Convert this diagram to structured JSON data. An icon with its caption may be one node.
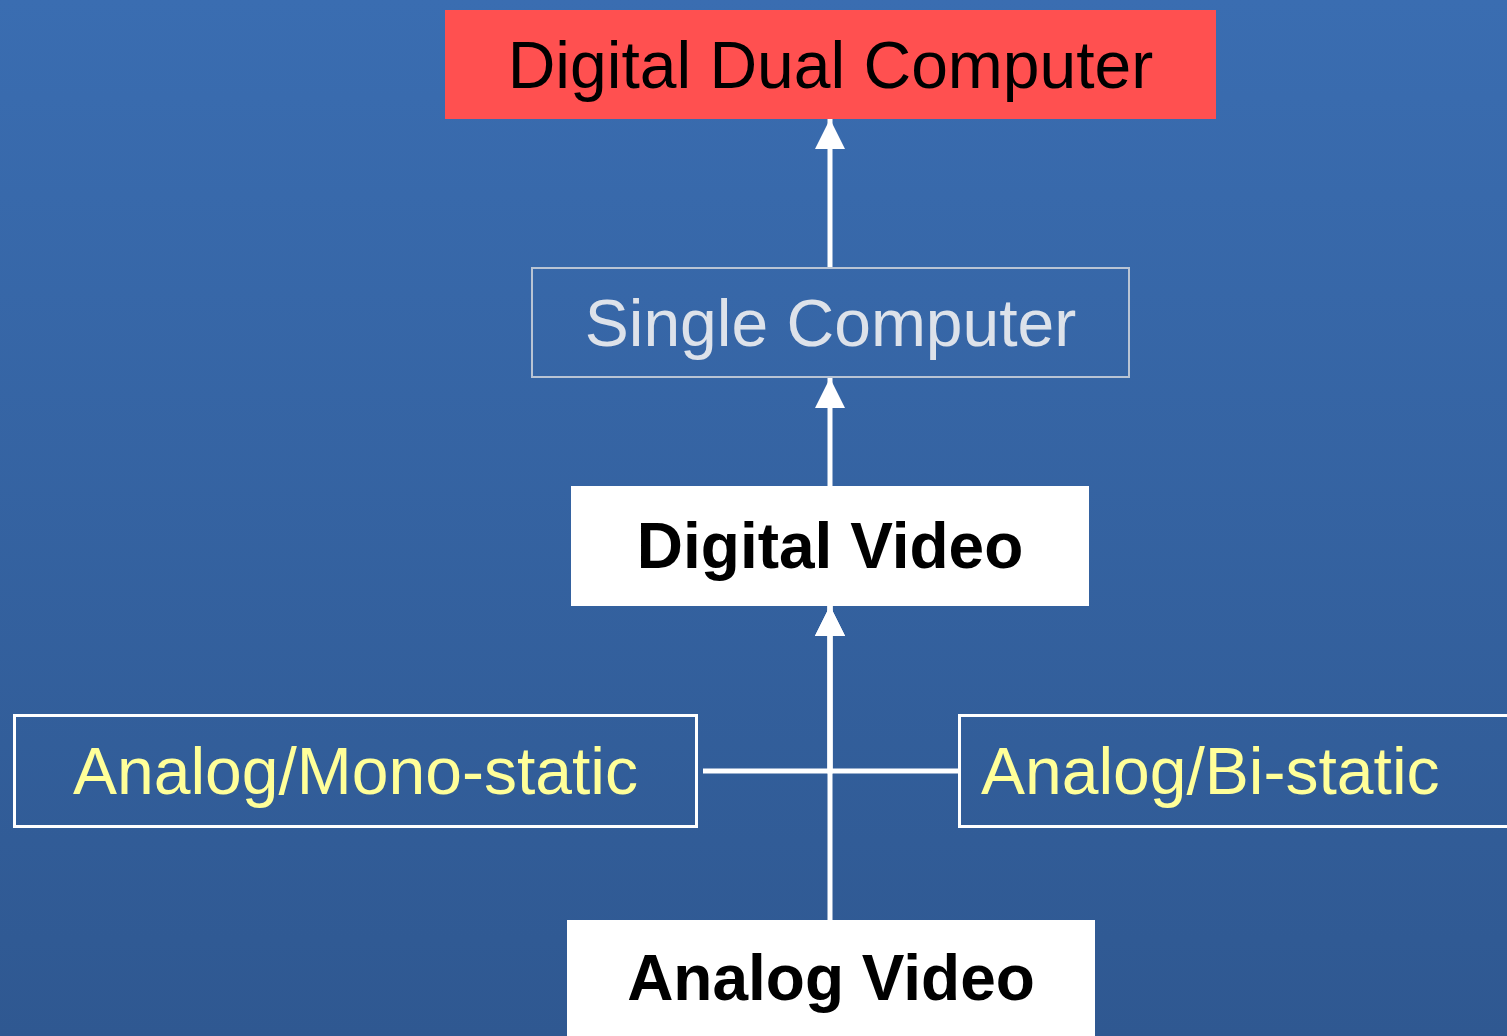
{
  "diagram": {
    "nodes": [
      {
        "text": [
          "Digital Dual Computer"
        ]
      },
      {
        "text": [
          "Single Computer"
        ]
      },
      {
        "text": [
          "Digital Video"
        ]
      },
      {
        "text": [
          "Analog/Mono-static"
        ]
      },
      {
        "text": [
          "Analog/Bi-static"
        ]
      },
      {
        "text": [
          "Analog Video"
        ]
      }
    ],
    "edges": [
      {
        "from": 1,
        "to": 0,
        "arrow": "to"
      },
      {
        "from": 2,
        "to": 1,
        "arrow": "to"
      },
      {
        "from": 5,
        "to": 2,
        "arrow": "to"
      },
      {
        "from": 3,
        "to": 2,
        "arrow": "to"
      },
      {
        "from": 4,
        "to": 2,
        "arrow": "to"
      }
    ]
  }
}
